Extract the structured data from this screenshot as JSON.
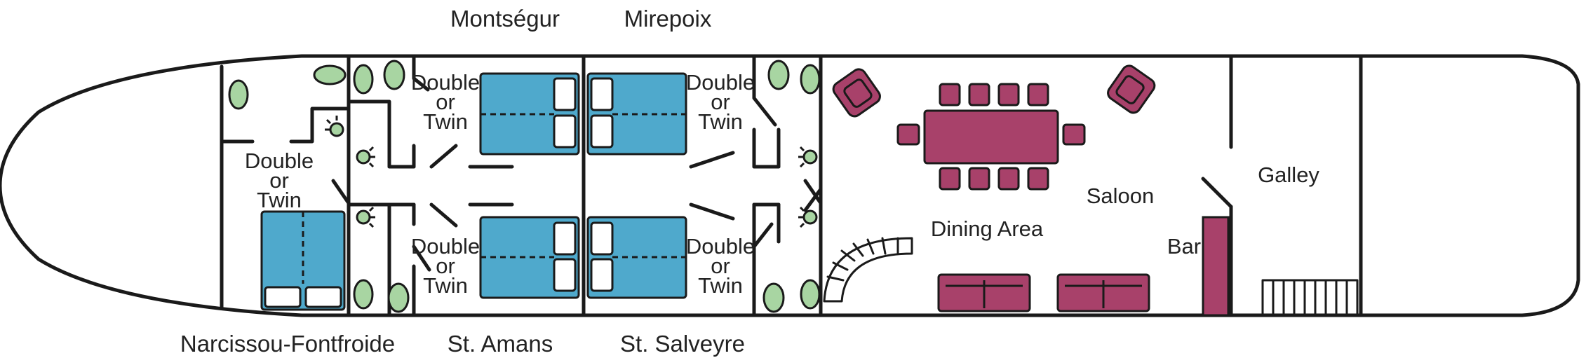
{
  "cabins": {
    "top_left": "Montségur",
    "top_right": "Mirepoix",
    "bottom_left": "St. Amans",
    "bottom_right": "St. Salveyre",
    "bow": "Narcissou-Fontfroide"
  },
  "bed_type": {
    "line1": "Double",
    "line2": "or",
    "line3": "Twin"
  },
  "areas": {
    "dining": "Dining Area",
    "saloon": "Saloon",
    "galley": "Galley",
    "bar": "Bar"
  },
  "colors": {
    "bed": "#4fa9cc",
    "furniture": "#a8416a",
    "bathroom_fixture": "#a8d5a2",
    "wall": "#1a1a1a"
  }
}
